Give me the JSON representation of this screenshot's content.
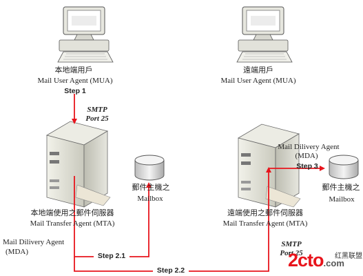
{
  "local_user": {
    "name": "本地端用戶",
    "agent": "Mail User Agent (MUA)"
  },
  "remote_user": {
    "name": "遠端用戶",
    "agent": "Mail User Agent (MUA)"
  },
  "local_server": {
    "name": "本地端使用之郵件伺服器",
    "agent": "Mail Transfer Agent (MTA)"
  },
  "remote_server": {
    "name": "遠端使用之郵件伺服器",
    "agent": "Mail Transfer Agent (MTA)"
  },
  "local_mailbox": {
    "name": "郵件主機之",
    "label": "Mailbox"
  },
  "remote_mailbox": {
    "name": "郵件主機之",
    "label": "Mailbox"
  },
  "local_mda": {
    "line1": "Mail Dilivery Agent",
    "line2": "(MDA)"
  },
  "remote_mda": {
    "line1": "Mail Dilivery Agent",
    "line2": "(MDA)"
  },
  "smtp_left": {
    "line1": "SMTP",
    "line2": "Port 25"
  },
  "smtp_right": {
    "line1": "SMTP",
    "line2": "Port 25"
  },
  "steps": {
    "step1": "Step 1",
    "step2_1": "Step 2.1",
    "step2_2": "Step 2.2",
    "step3": "Step 3"
  },
  "watermark": {
    "brand": "2cto",
    "suffix": ".com",
    "cn": "红黑联盟"
  },
  "colors": {
    "arrow": "#e8141c",
    "server": "#dcdcd0",
    "monitor": "#e4e4dc"
  }
}
